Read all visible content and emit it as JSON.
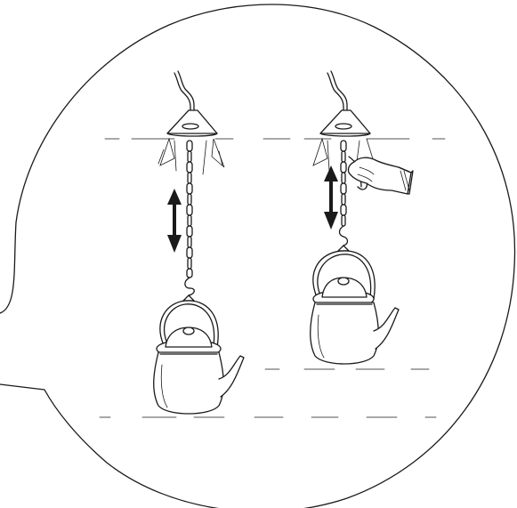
{
  "diagram": {
    "stroke_color": "#1a1a1a",
    "background": "#ffffff",
    "panels": [
      {
        "id": "left",
        "state": "lowered",
        "arrow": "double-vertical"
      },
      {
        "id": "right",
        "state": "raised",
        "arrow": "double-vertical",
        "hand": "adjusting-chain"
      }
    ],
    "icons": [
      "callout-bubble-outline",
      "ceiling-hook",
      "canopy",
      "chain",
      "kettle",
      "hand",
      "double-arrow"
    ]
  }
}
